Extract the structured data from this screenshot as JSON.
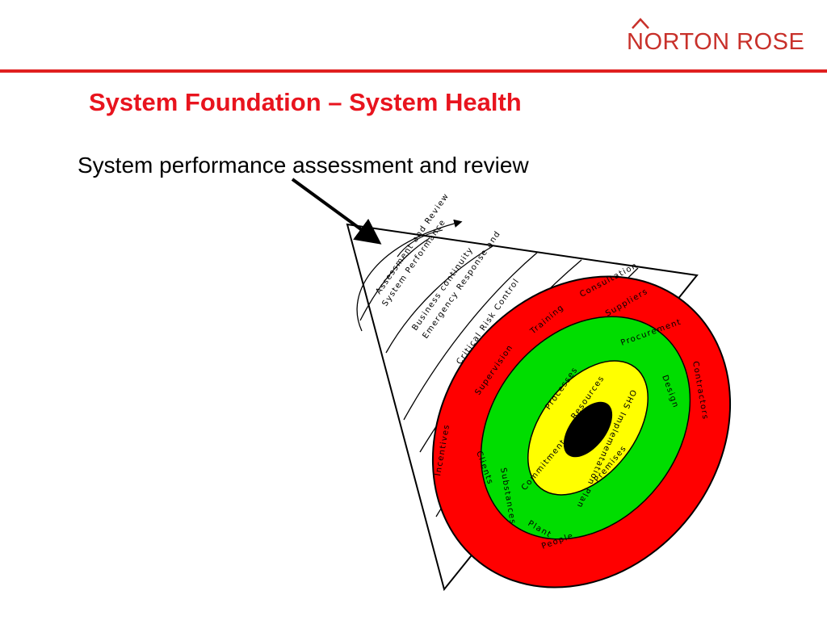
{
  "brand": {
    "name": "NORTON ROSE",
    "color": "#c8302a"
  },
  "header": {
    "title": "System Foundation – System Health",
    "subtitle": "System performance assessment and review"
  },
  "colors": {
    "accent": "#e8141e",
    "outer_ring": "#ff0000",
    "middle_ring": "#00dd00",
    "inner_ring": "#ffff00",
    "core": "#000000"
  },
  "cone": {
    "bands": [
      {
        "lines": [
          "System Performance",
          "Assessment and Review"
        ]
      },
      {
        "lines": [
          "Emergency Response and",
          "Business continuity"
        ]
      },
      {
        "lines": [
          "Critical Risk Control"
        ]
      },
      {
        "lines": [
          "Training"
        ]
      },
      {
        "lines": [
          "Consultation"
        ]
      },
      {
        "lines": [
          "Supervision"
        ]
      },
      {
        "lines": [
          "Incentives"
        ]
      }
    ]
  },
  "rings": {
    "outer": [
      "Suppliers",
      "Contractors",
      "Clients",
      "People"
    ],
    "middle": [
      "Procurement",
      "Design",
      "Processes",
      "Substances",
      "Plant",
      "Premises"
    ],
    "inner": [
      "Resources",
      "OHS Implementation Plan",
      "Commitment"
    ]
  }
}
